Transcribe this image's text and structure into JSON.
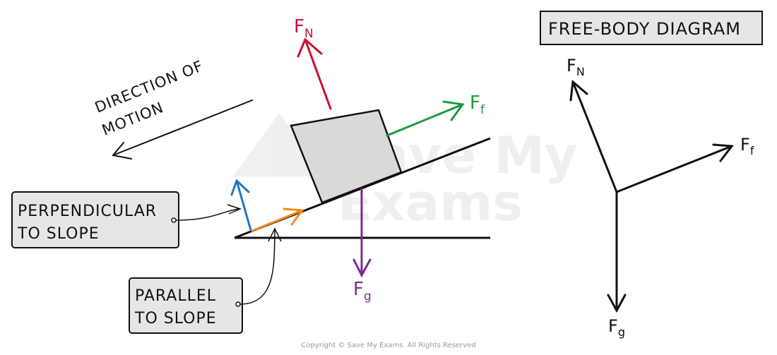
{
  "watermark": {
    "line1": "Save My",
    "line2": "Exams"
  },
  "labels": {
    "direction_line1": "DIRECTION OF",
    "direction_line2": "MOTION",
    "perpendicular_line1": "PERPENDICULAR",
    "perpendicular_line2": "TO SLOPE",
    "parallel_line1": "PARALLEL",
    "parallel_line2": "TO SLOPE",
    "fbd_title": "FREE-BODY DIAGRAM"
  },
  "forces": {
    "normal": {
      "symbol": "F",
      "subscript": "N"
    },
    "friction": {
      "symbol": "F",
      "subscript": "f"
    },
    "gravity": {
      "symbol": "F",
      "subscript": "g"
    }
  },
  "colors": {
    "normal": "#c8102e",
    "friction": "#1a9a3c",
    "gravity": "#7b2d8e",
    "perpendicular": "#1f78c1",
    "parallel": "#f28c1c",
    "box_fill": "#d9d9d9",
    "callout_fill": "#e6e6e6",
    "ink": "#111111"
  },
  "copyright": "Copyright © Save My Exams. All Rights Reserved"
}
